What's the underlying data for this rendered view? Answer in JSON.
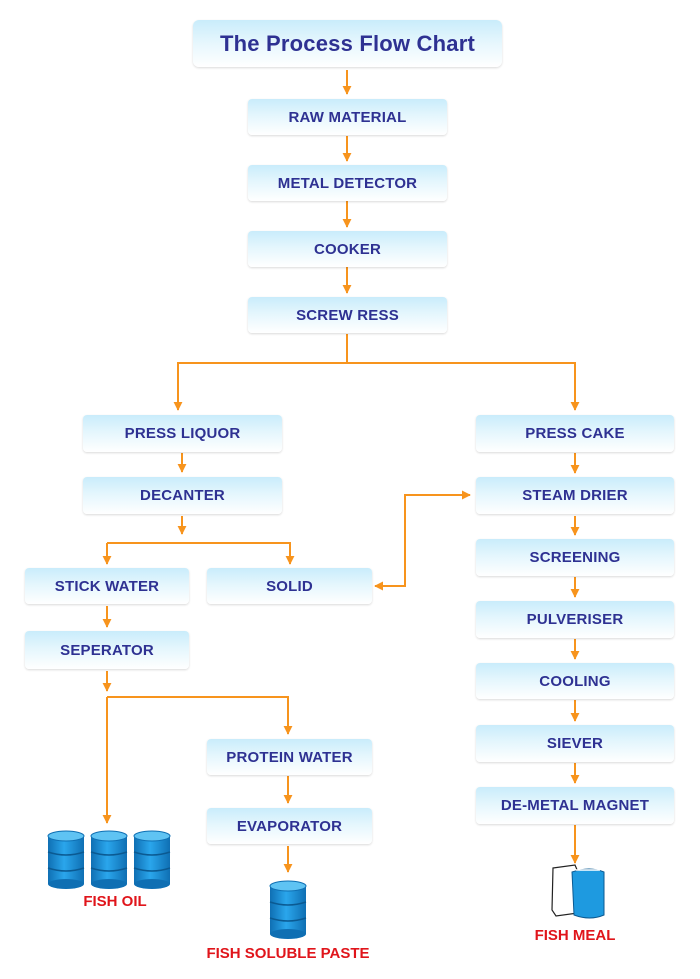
{
  "title": "The Process Flow Chart",
  "colors": {
    "box_text": "#2e3192",
    "arrow": "#f7941d",
    "product_text": "#e0151b",
    "drum": "#1e8fd6",
    "bag": "#1e9ae0"
  },
  "steps": {
    "raw_material": "RAW MATERIAL",
    "metal_detector": "METAL DETECTOR",
    "cooker": "COOKER",
    "screw_press": "SCREW RESS",
    "press_liquor": "PRESS LIQUOR",
    "decanter": "DECANTER",
    "stick_water": "STICK WATER",
    "solid": "SOLID",
    "seperator": "SEPERATOR",
    "protein_water": "PROTEIN WATER",
    "evaporator": "EVAPORATOR",
    "press_cake": "PRESS CAKE",
    "steam_drier": "STEAM DRIER",
    "screening": "SCREENING",
    "pulveriser": "PULVERISER",
    "cooling": "COOLING",
    "siever": "SIEVER",
    "de_metal_magnet": "DE-METAL MAGNET"
  },
  "products": {
    "fish_oil": "FISH OIL",
    "fish_soluble_paste": "FISH SOLUBLE PASTE",
    "fish_meal": "FISH MEAL"
  },
  "icons": {
    "oil": "oil-drum-icon",
    "paste": "drum-icon",
    "meal": "sack-icon"
  }
}
